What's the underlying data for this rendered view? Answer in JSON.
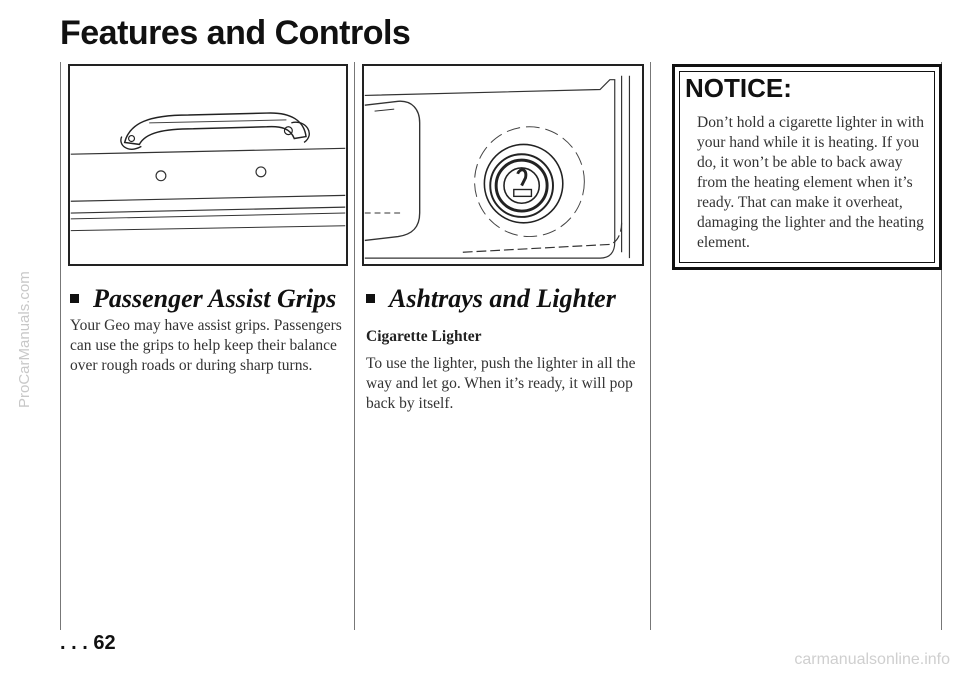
{
  "page": {
    "title": "Features and Controls",
    "page_number": ". . . 62",
    "watermark_side": "ProCarManuals.com",
    "watermark_bottom": "carmanualsonline.info"
  },
  "section_assist_grips": {
    "heading": "Passenger Assist Grips",
    "body": "Your Geo may have assist grips. Passengers can use the grips to help keep their balance over rough roads or during sharp turns."
  },
  "section_ashtrays": {
    "heading": "Ashtrays and Lighter",
    "subheading": "Cigarette Lighter",
    "body": "To use the lighter, push the lighter in all the way and let go. When it’s ready, it will pop back by itself."
  },
  "notice": {
    "title": "NOTICE:",
    "body": "Don’t hold a cigarette lighter in with your hand while it is heating. If you do, it won’t be able to back away from the heating element when it’s ready. That can make it overheat, damaging the lighter and the heating element."
  },
  "icons": {
    "bullet_1": "square-bullet-icon",
    "bullet_2": "square-bullet-icon"
  }
}
